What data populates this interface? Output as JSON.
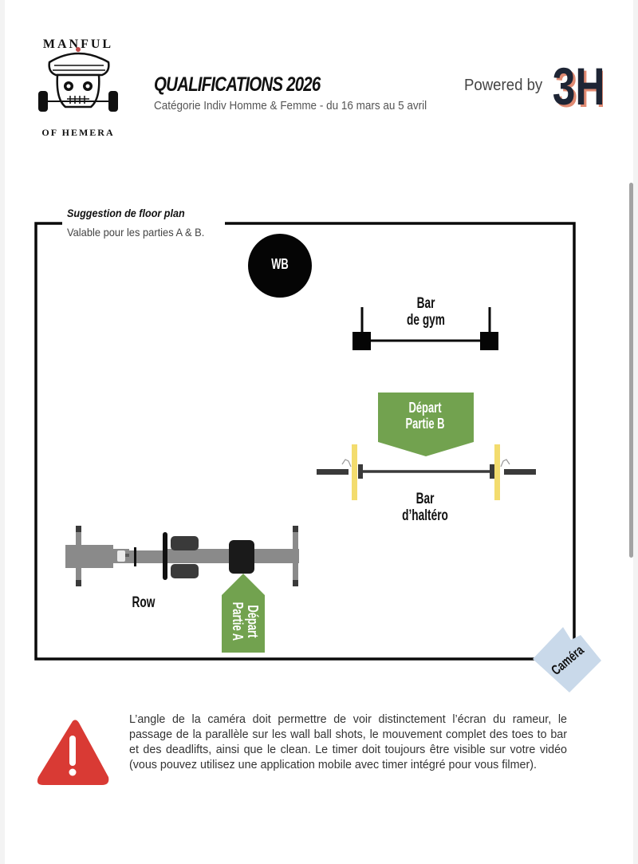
{
  "header": {
    "logo_alt": "Manful of Hemera",
    "logo_text_top": "MANFUL",
    "logo_text_bottom": "OF HEMERA",
    "title": "QUALIFICATIONS 2026",
    "subtitle": "Catégorie Indiv Homme & Femme - du 16 mars au 5 avril",
    "powered_by": "Powered by",
    "sponsor_logo_text": "3H"
  },
  "floor_plan": {
    "heading": "Suggestion de floor plan",
    "subheading": "Valable pour les parties A & B.",
    "items": {
      "wall_ball": "WB",
      "gym_bar": [
        "Bar",
        "de gym"
      ],
      "weightlifting_bar": [
        "Bar",
        "d’haltéro"
      ],
      "rower": "Row",
      "start_b": [
        "Départ",
        "Partie B"
      ],
      "start_a": [
        "Départ",
        "Partie A"
      ],
      "camera": "Caméra"
    },
    "colors": {
      "start_marker": "#72a24f",
      "plate": "#f3dc6e",
      "camera_marker": "#c9d9ea",
      "rower_frame": "#8a8a8a",
      "bar": "#3a3a3a"
    }
  },
  "warning": {
    "icon": "warning-triangle-icon",
    "color": "#d93a34",
    "text": "L’angle de la caméra doit permettre de voir distinctement l’écran du rameur, le passage de la parallèle sur les wall ball shots, le mouvement complet des toes to bar et des deadlifts, ainsi que le clean. Le timer doit toujours être visible sur votre vidéo (vous pouvez utilisez une application mobile avec timer intégré pour vous filmer)."
  }
}
